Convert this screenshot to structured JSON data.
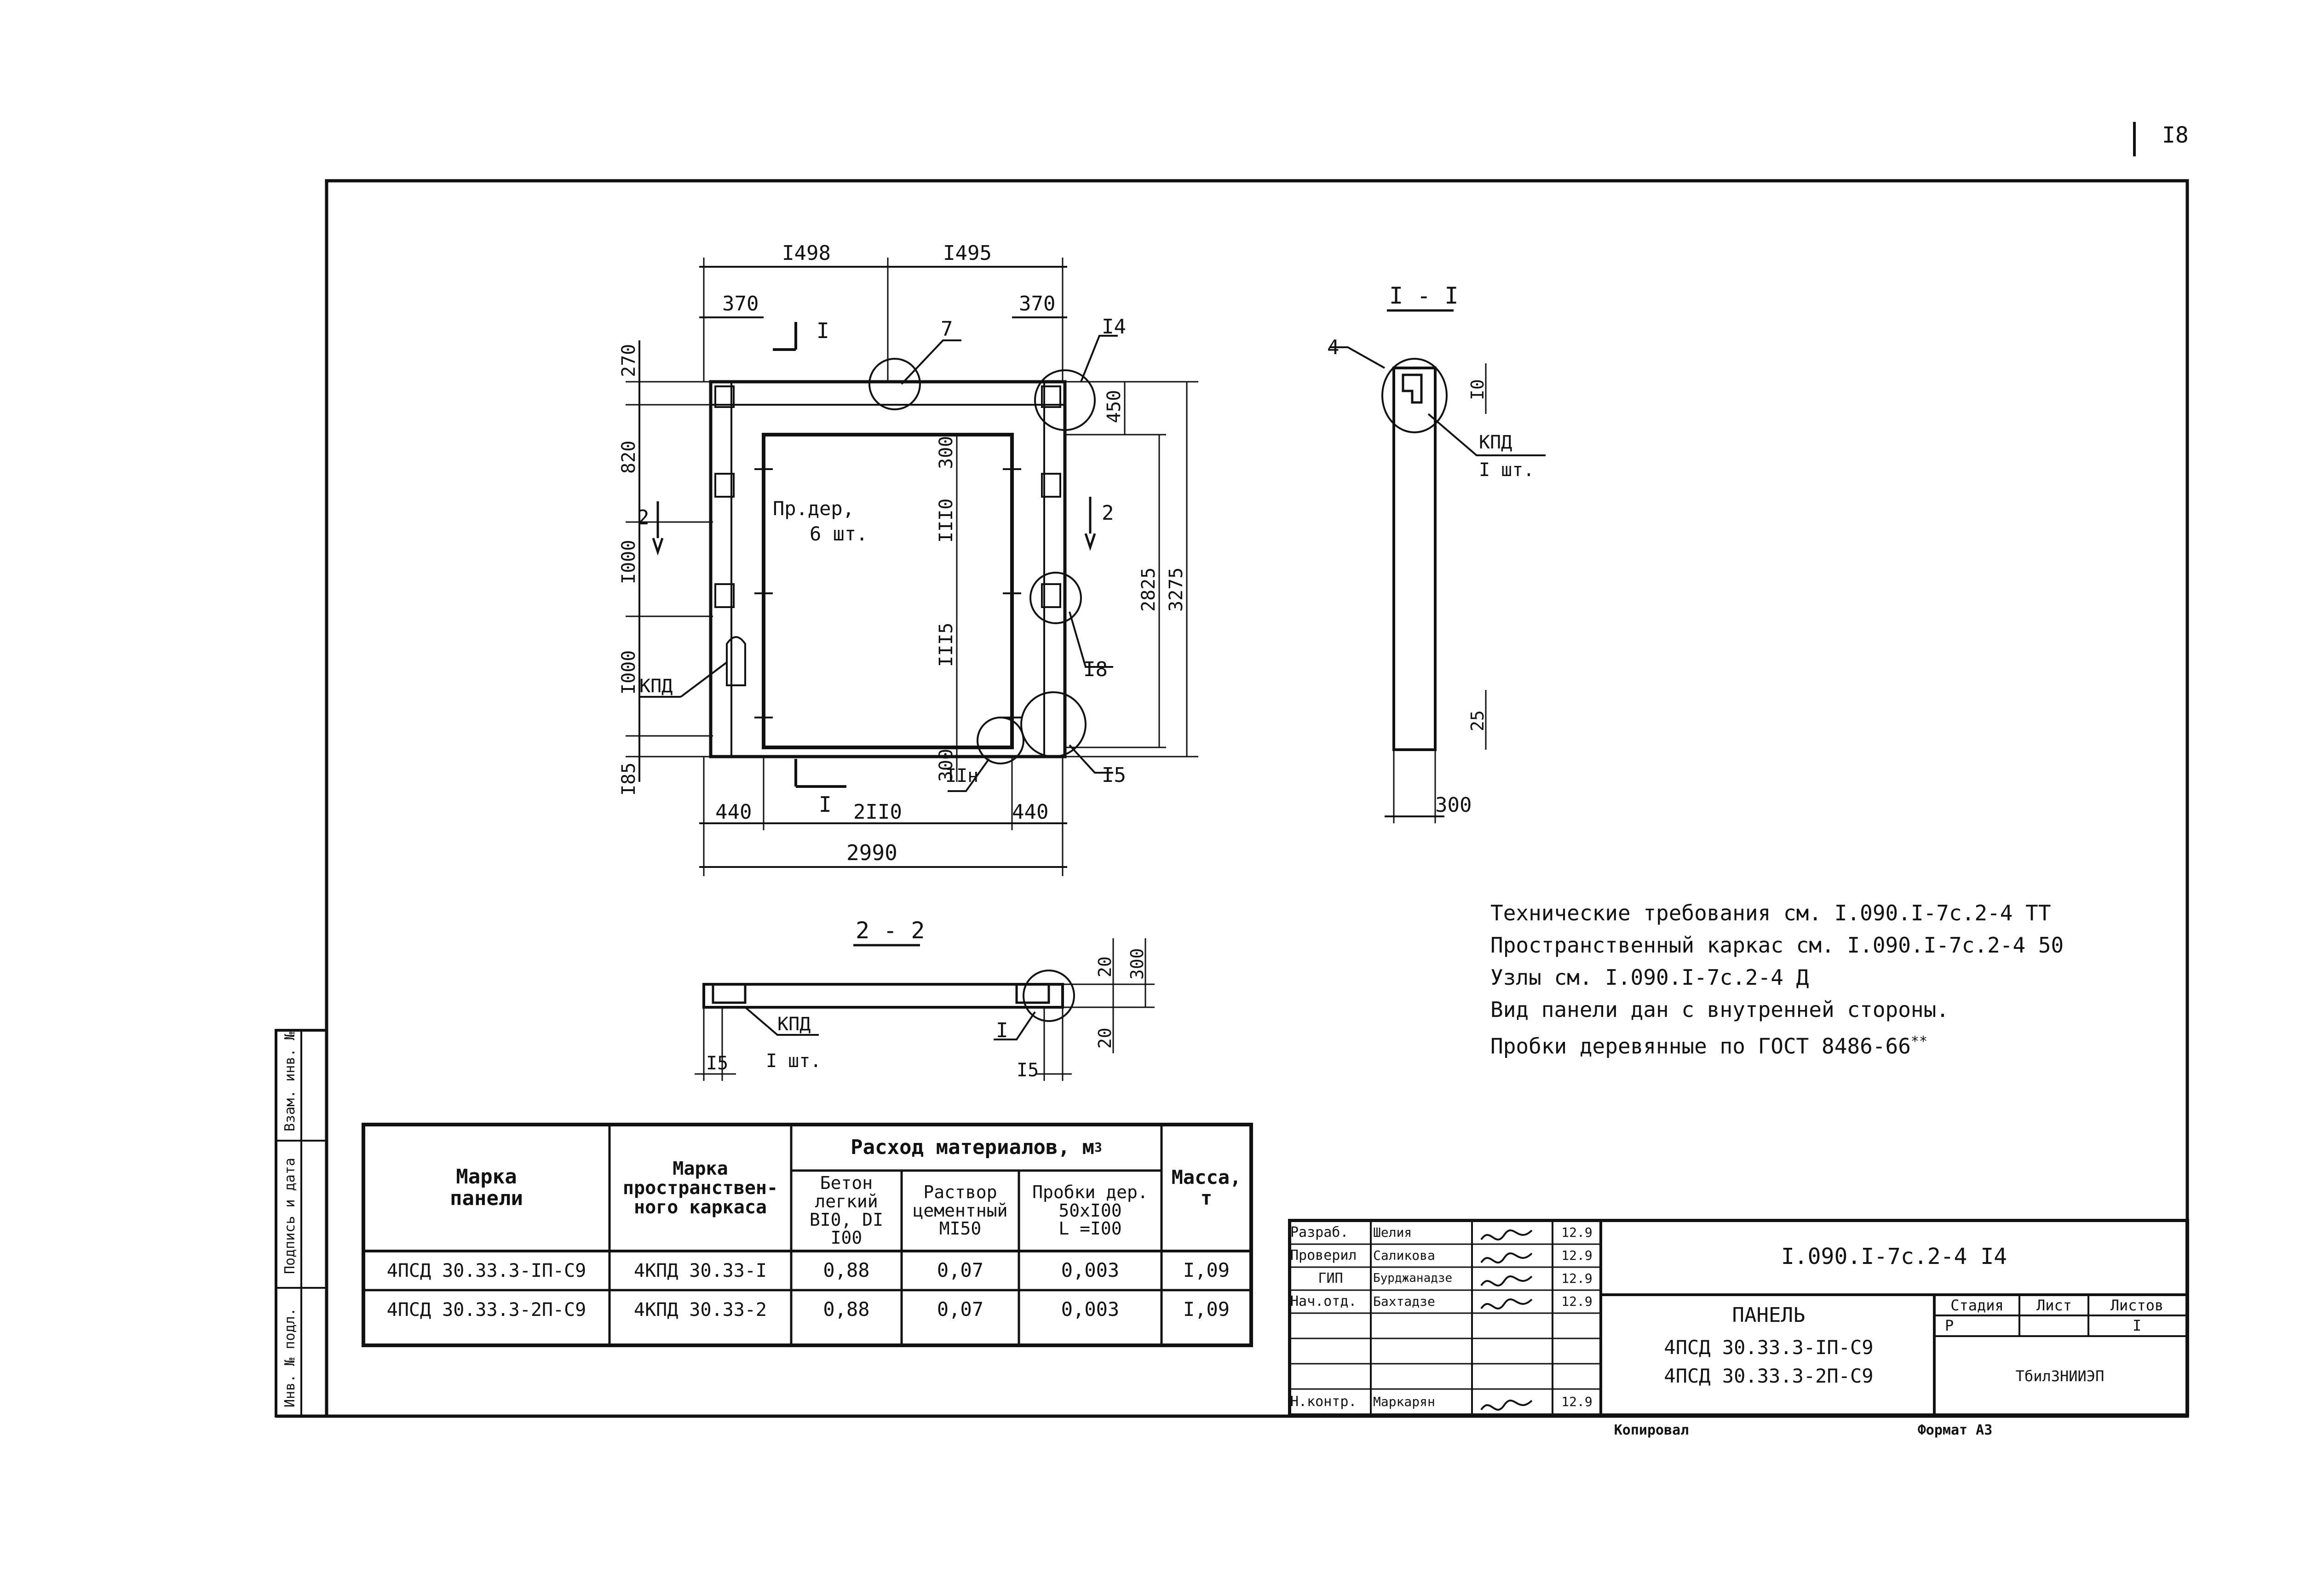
{
  "sheet_number": "I8",
  "drawing": {
    "dims_top": [
      "I498",
      "I495"
    ],
    "dims_side_top": [
      "370",
      "370"
    ],
    "dims_left": [
      "270",
      "820",
      "I000",
      "I000",
      "I85"
    ],
    "dims_inner_v": [
      "300",
      "III0",
      "III5",
      "300"
    ],
    "dims_right": [
      "450",
      "2825",
      "3275"
    ],
    "dims_bottom": [
      "440",
      "2II0",
      "440"
    ],
    "dim_total": "2990",
    "section_mark": "I",
    "cut_mark_2": "2",
    "callouts": [
      "7",
      "I4",
      "I8",
      "I5",
      "IIн"
    ],
    "label_probki": "Пр.дер,",
    "label_probki_qty": "6 шт.",
    "label_kpd": "КПД"
  },
  "section_1": {
    "title": "I - I",
    "callout": "4",
    "label": "КПД",
    "qty": "I шт.",
    "dims": [
      "I0",
      "25",
      "300"
    ]
  },
  "section_2": {
    "title": "2 - 2",
    "label": "КПД",
    "qty": "I шт.",
    "callout": "I",
    "dims": [
      "I5",
      "I5",
      "20",
      "20",
      "300"
    ]
  },
  "notes": [
    "Технические требования см. I.090.I-7с.2-4 ТТ",
    "Пространственный каркас см. I.090.I-7с.2-4 50",
    "Узлы см. I.090.I-7с.2-4 Д",
    "Вид панели дан с внутренней стороны.",
    "Пробки деревянные по ГОСТ 8486-66"
  ],
  "notes_sup": "**",
  "table": {
    "h_mark": "Марка\nпанели",
    "h_frame": "Марка\nпространствен-\nного каркаса",
    "h_consumption": "Расход материалов, м",
    "h_consumption_sup": "3",
    "h_concrete": "Бетон\nлегкий\nBI0, DI I00",
    "h_mortar": "Раствор\nцементный\nМI50",
    "h_corks": "Пробки дер.\n50хI00\nL =I00",
    "h_mass": "Масса,\nт",
    "rows": [
      {
        "mark": "4ПСД 30.33.3-IП-С9",
        "frame": "4КПД 30.33-I",
        "concrete": "0,88",
        "mortar": "0,07",
        "corks": "0,003",
        "mass": "I,09"
      },
      {
        "mark": "4ПСД 30.33.3-2П-С9",
        "frame": "4КПД 30.33-2",
        "concrete": "0,88",
        "mortar": "0,07",
        "corks": "0,003",
        "mass": "I,09"
      }
    ]
  },
  "side_stamp": [
    "Инв. № подл.",
    "Подпись и дата",
    "Взам. инв. №"
  ],
  "title_block": {
    "roles": [
      "Разраб.",
      "Проверил",
      "ГИП",
      "Нач.отд.",
      "Н.контр."
    ],
    "names": [
      "Шелия",
      "Саликова",
      "Бурджанадзе",
      "Бахтадзе",
      "Маркарян"
    ],
    "dates": [
      "12.9",
      "12.9",
      "12.9",
      "12.9",
      "12.9"
    ],
    "doc_code": "I.090.I-7с.2-4 I4",
    "title": "ПАНЕЛЬ",
    "title_line2": "4ПСД 30.33.3-IП-С9",
    "title_line3": "4ПСД 30.33.3-2П-С9",
    "h_stage": "Стадия",
    "h_sheet": "Лист",
    "h_sheets": "Листов",
    "stage": "Р",
    "sheets": "I",
    "org": "ТбилЗНИИЭП"
  },
  "footer": {
    "copied": "Копировал",
    "format": "Формат А3"
  }
}
